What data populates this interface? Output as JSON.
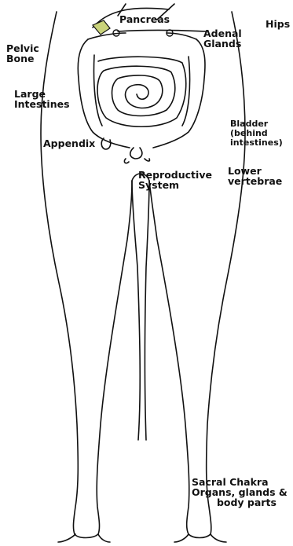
{
  "colors": {
    "ink": "#111111",
    "pancreas_fill": "#c9d27a",
    "background": "#ffffff"
  },
  "labels": {
    "pancreas": "Pancreas",
    "hips": "Hips",
    "adrenal": [
      "Adenal",
      "Glands"
    ],
    "pelvic": [
      "Pelvic",
      "Bone"
    ],
    "large_intestines": [
      "Large",
      "Intestines"
    ],
    "bladder": [
      "Bladder",
      "(behind",
      "intestines)"
    ],
    "appendix": "Appendix",
    "reproductive": [
      "Reproductive",
      "System"
    ],
    "lower_vertebrae": [
      "Lower",
      "vertebrae"
    ],
    "caption": [
      "Sacral Chakra",
      "Organs, glands &",
      "body parts"
    ]
  }
}
